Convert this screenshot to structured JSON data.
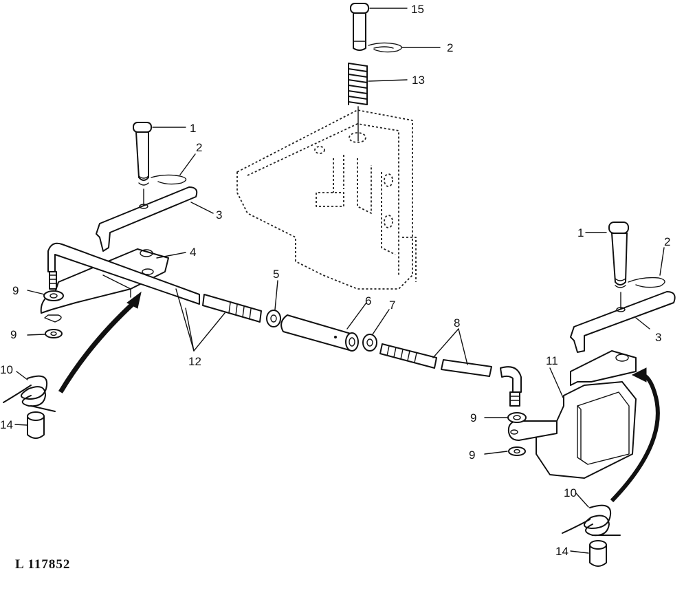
{
  "figure": {
    "reference": "L 117852",
    "callouts": [
      {
        "id": "c15",
        "text": "15"
      },
      {
        "id": "c2-top",
        "text": "2"
      },
      {
        "id": "c13",
        "text": "13"
      },
      {
        "id": "c1-left",
        "text": "1"
      },
      {
        "id": "c2-left",
        "text": "2"
      },
      {
        "id": "c3-left",
        "text": "3"
      },
      {
        "id": "c4",
        "text": "4"
      },
      {
        "id": "c9-left-a",
        "text": "9"
      },
      {
        "id": "c9-left-b",
        "text": "9"
      },
      {
        "id": "c10-left",
        "text": "10"
      },
      {
        "id": "c14-left",
        "text": "14"
      },
      {
        "id": "c12",
        "text": "12"
      },
      {
        "id": "c5",
        "text": "5"
      },
      {
        "id": "c6",
        "text": "6"
      },
      {
        "id": "c7",
        "text": "7"
      },
      {
        "id": "c8",
        "text": "8"
      },
      {
        "id": "c1-right",
        "text": "1"
      },
      {
        "id": "c2-right",
        "text": "2"
      },
      {
        "id": "c3-right",
        "text": "3"
      },
      {
        "id": "c11",
        "text": "11"
      },
      {
        "id": "c9-right-a",
        "text": "9"
      },
      {
        "id": "c9-right-b",
        "text": "9"
      },
      {
        "id": "c10-right",
        "text": "10"
      },
      {
        "id": "c14-right",
        "text": "14"
      }
    ]
  }
}
